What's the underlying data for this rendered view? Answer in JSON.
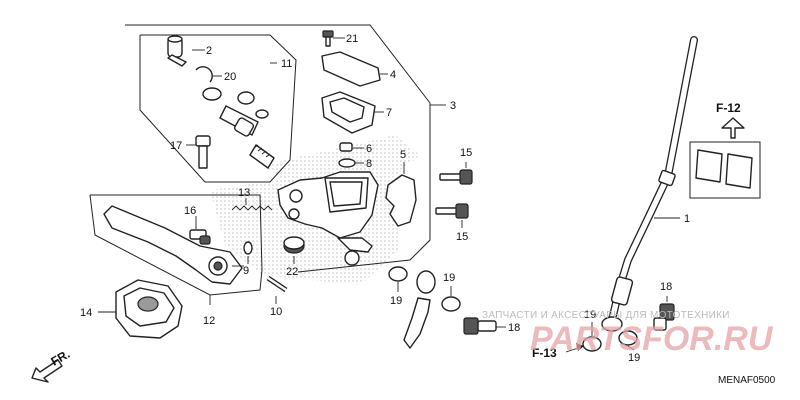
{
  "callouts": {
    "c1": "1",
    "c2": "2",
    "c3": "3",
    "c4": "4",
    "c5": "5",
    "c6": "6",
    "c7": "7",
    "c8": "8",
    "c9": "9",
    "c10": "10",
    "c11": "11",
    "c12": "12",
    "c13": "13",
    "c14": "14",
    "c15a": "15",
    "c15b": "15",
    "c16": "16",
    "c17": "17",
    "c18a": "18",
    "c18b": "18",
    "c19a": "19",
    "c19b": "19",
    "c19c": "19",
    "c19d": "19",
    "c20": "20",
    "c21": "21",
    "c22": "22"
  },
  "refs": {
    "f12": "F-12",
    "f13": "F-13",
    "fr": "FR."
  },
  "watermark": {
    "text": "ЗАПЧАСТИ И АКСЕССУАРЫ ДЛЯ МОТОТЕХНИКИ",
    "logo": "PARTSFOR.RU"
  },
  "diagram_code": "MENAF0500",
  "colors": {
    "line": "#222222",
    "watermark_logo": "#e8a3a6",
    "watermark_text": "#bbbbbb",
    "stipple": "#b9b9b9"
  }
}
